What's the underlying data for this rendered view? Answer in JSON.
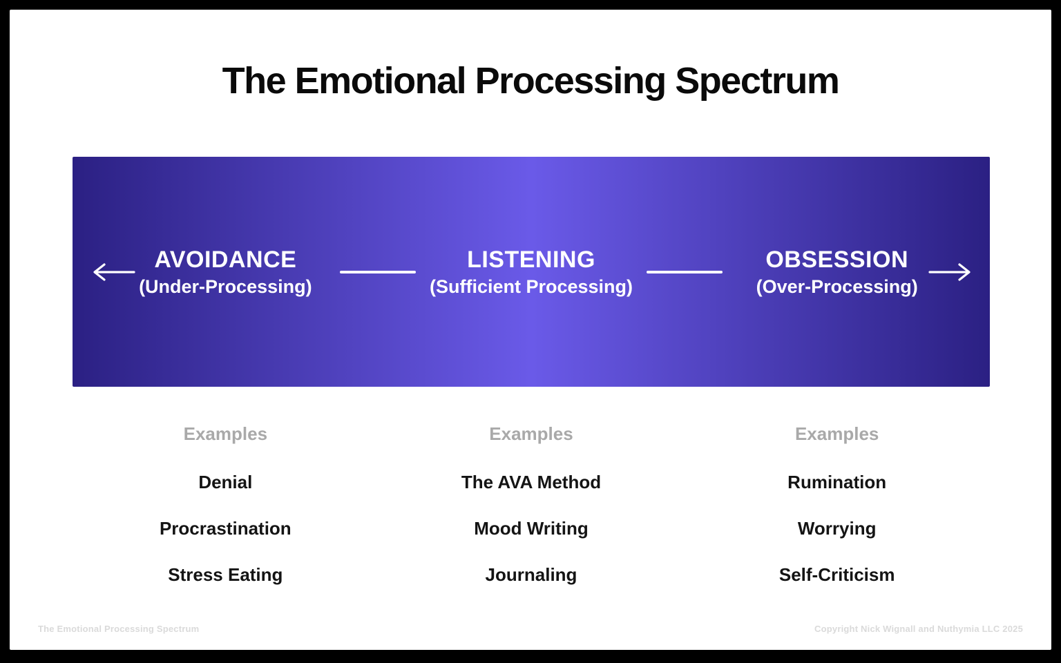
{
  "page": {
    "title": "The Emotional Processing Spectrum",
    "footer_left": "The Emotional Processing Spectrum",
    "footer_right": "Copyright Nick Wignall and Nuthymia LLC 2025"
  },
  "spectrum": {
    "gradient_edge_color": "#2b2083",
    "gradient_center_color": "#6a5ae8",
    "text_color": "#ffffff",
    "sections": [
      {
        "name": "AVOIDANCE",
        "subtitle": "(Under-Processing)"
      },
      {
        "name": "LISTENING",
        "subtitle": "(Sufficient Processing)"
      },
      {
        "name": "OBSESSION",
        "subtitle": "(Over-Processing)"
      }
    ]
  },
  "examples": {
    "heading": "Examples",
    "columns": [
      {
        "items": [
          "Denial",
          "Procrastination",
          "Stress Eating"
        ]
      },
      {
        "items": [
          "The AVA Method",
          "Mood Writing",
          "Journaling"
        ]
      },
      {
        "items": [
          "Rumination",
          "Worrying",
          "Self-Criticism"
        ]
      }
    ]
  }
}
